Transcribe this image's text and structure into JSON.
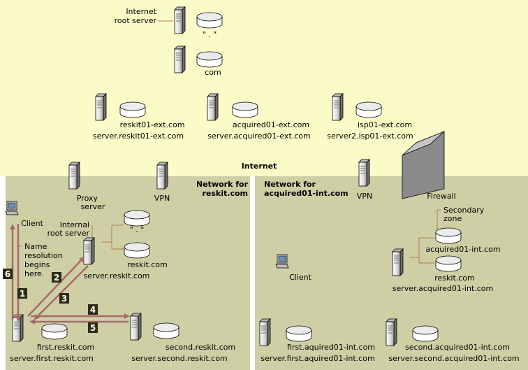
{
  "colors": {
    "internet_bg": "#fbfbc8",
    "network_bg": "#cfcfa6",
    "arrow": "#a56a6a",
    "step_box": "#2c2c14",
    "connector": "#b07b52"
  },
  "internet": {
    "label": "Internet",
    "root_server_label": [
      "Internet",
      "root server"
    ],
    "root_zone": "\" . \"",
    "com_zone": "com",
    "reskit_ext": {
      "zone": "reskit01-ext.com",
      "server": "server.reskit01-ext.com"
    },
    "acquired_ext": {
      "zone": "acquired01-ext.com",
      "server": "server.acquired01-ext.com"
    },
    "isp_ext": {
      "zone": "isp01-ext.com",
      "server": "server2.isp01-ext.com"
    }
  },
  "reskit_net": {
    "title": [
      "Network for",
      "reskit.com"
    ],
    "proxy_label": [
      "Proxy",
      "server"
    ],
    "vpn_label": "VPN",
    "client_label": "Client",
    "name_resolution_note": [
      "Name",
      "resolution",
      "begins",
      "here."
    ],
    "internal_root_label": [
      "Internal",
      "root server"
    ],
    "internal_root_zone": "\" . \"",
    "reskit_zone": "reskit.com",
    "reskit_server": "server.reskit.com",
    "first_zone": "first.reskit.com",
    "first_server": "server.first.reskit.com",
    "second_zone": "second.reskit.com",
    "second_server": "server.second.reskit.com",
    "steps": [
      "1",
      "2",
      "3",
      "4",
      "5",
      "6"
    ]
  },
  "acquired_net": {
    "title": [
      "Network for",
      "acquired01-int.com"
    ],
    "vpn_label": "VPN",
    "firewall_label": "Firewall",
    "secondary_zone_label": [
      "Secondary",
      "zone"
    ],
    "acquired_zone": "acquired01-int.com",
    "reskit_zone": "reskit.com",
    "server": "server.acquired01-int.com",
    "client_label": "Client",
    "first_zone": "first.aquired01-int.com",
    "first_server": "server.first.aquired01-int.com",
    "second_zone": "second.acquired01-int.com",
    "second_server": "server.second.acquired01-int.com"
  }
}
